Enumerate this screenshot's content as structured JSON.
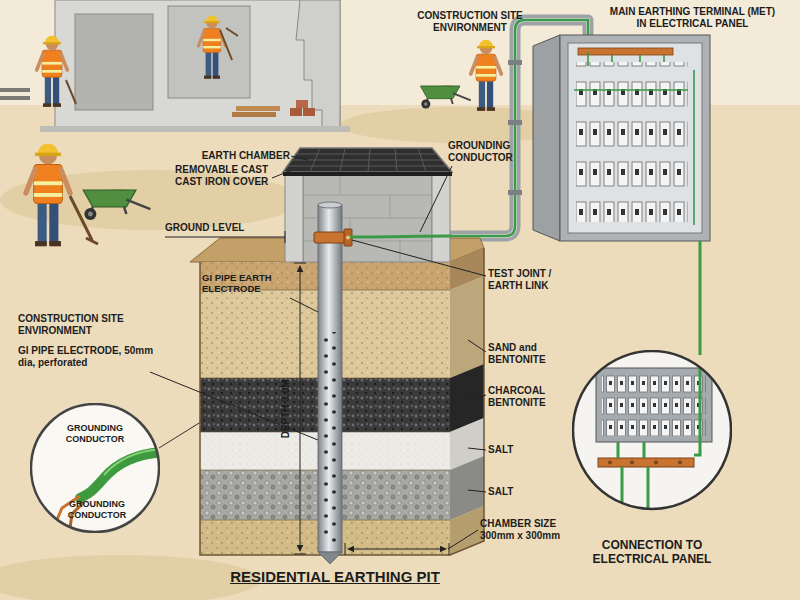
{
  "diagram": {
    "title": "RESIDENTIAL EARTHING PIT",
    "nodes": [
      {
        "text": [
          "GROUNDING CONDUCTOR",
          "GROUNDING CONDUCTOR"
        ]
      },
      {
        "text": [
          "CONNECTION TO ELECTRICAL PANEL"
        ]
      }
    ],
    "labels": [
      "CONSTRUCTION SITE ENVIRONMENT",
      "MAIN EARTHING TERMINAL (MET) IN ELECTRICAL PANEL",
      "EARTH CHAMBER",
      "REMOVABLE CAST CAST IRON COVER",
      "GROUNDING CONDUCTOR",
      "GROUND LEVEL",
      "GI PIPE EARTH ELECTRODE",
      "TEST JOINT / EARTH LINK",
      "CONSTRUCTION SITE ENVIRONMENT",
      "GI PIPE ELECTRODE, 50mm dia, perforated",
      "SAND and BENTONITE",
      "CHARCOAL BENTONITE",
      "SALT",
      "SALT",
      "DEPTH 3.0M",
      "CHAMBER SIZE 300mm x 300mm"
    ]
  }
}
